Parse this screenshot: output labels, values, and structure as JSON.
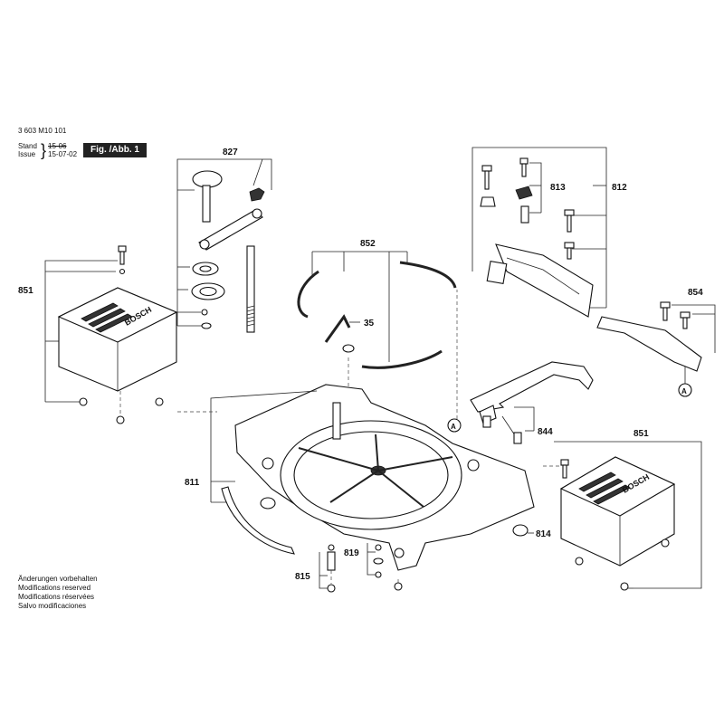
{
  "header": {
    "part_number": "3 603 M10 101",
    "stand_label": "Stand",
    "issue_label": "Issue",
    "stand_date": "15-06",
    "issue_date": "15-07-02",
    "figure_label": "Fig. /Abb. 1"
  },
  "notes": [
    "Änderungen vorbehalten",
    "Modifications reserved",
    "Modifications réservées",
    "Salvo modificaciones"
  ],
  "callouts": {
    "c827": "827",
    "c852": "852",
    "c813": "813",
    "c812": "812",
    "c851_left": "851",
    "c35": "35",
    "c854": "854",
    "c844": "844",
    "c851_right": "851",
    "c811": "811",
    "c814": "814",
    "c819": "819",
    "c815": "815",
    "ref_a_top": "A",
    "ref_a_bottom": "A",
    "logo_left": "BOSCH",
    "logo_right": "BOSCH"
  }
}
